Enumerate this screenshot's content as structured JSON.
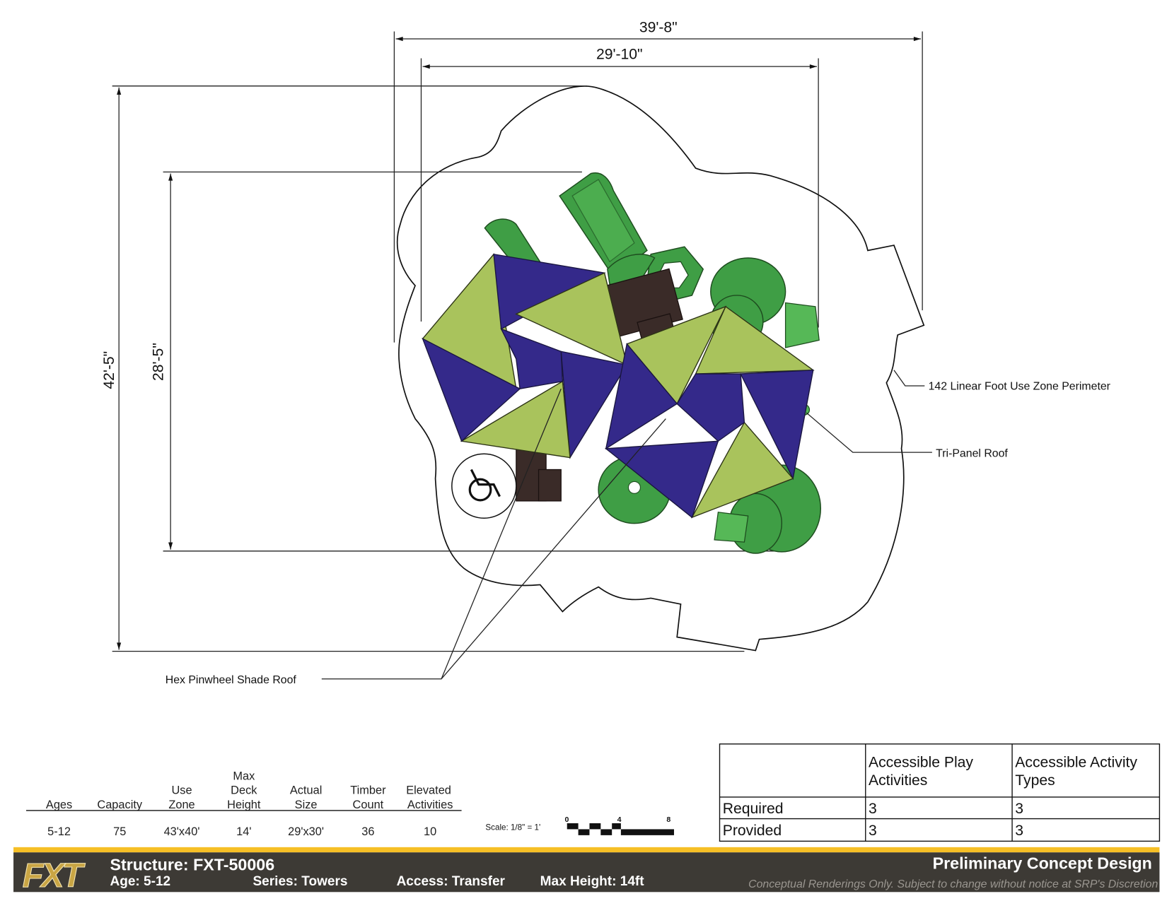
{
  "dimensions": {
    "overall_width": "39'-8\"",
    "structure_width": "29'-10\"",
    "overall_depth": "42'-5\"",
    "structure_depth": "28'-5\""
  },
  "callouts": {
    "perimeter": "142 Linear Foot Use Zone Perimeter",
    "tri_panel": "Tri-Panel Roof",
    "hex_pinwheel": "Hex Pinwheel Shade Roof"
  },
  "stats": {
    "headers": [
      [
        "Ages"
      ],
      [
        "Capacity"
      ],
      [
        "Use",
        "Zone"
      ],
      [
        "Max",
        "Deck",
        "Height"
      ],
      [
        "Actual",
        "Size"
      ],
      [
        "Timber",
        "Count"
      ],
      [
        "Elevated",
        "Activities"
      ]
    ],
    "values": [
      "5-12",
      "75",
      "43'x40'",
      "14'",
      "29'x30'",
      "36",
      "10"
    ]
  },
  "scale": {
    "label": "Scale: 1/8\" = 1'",
    "ticks": [
      "0",
      "4",
      "8"
    ]
  },
  "accessibility": {
    "columns": [
      "",
      "Accessible Play Activities",
      "Accessible Activity Types"
    ],
    "column_lines": [
      [],
      [
        "Accessible Play",
        "Activities"
      ],
      [
        "Accessible Activity",
        "Types"
      ]
    ],
    "rows": [
      {
        "label": "Required",
        "values": [
          "3",
          "3"
        ]
      },
      {
        "label": "Provided",
        "values": [
          "3",
          "3"
        ]
      }
    ]
  },
  "title_block": {
    "logo": "FXT",
    "structure": "Structure: FXT-50006",
    "age": "Age: 5-12",
    "series": "Series: Towers",
    "access": "Access: Transfer",
    "max_height": "Max Height: 14ft",
    "status": "Preliminary Concept Design",
    "disclaimer": "Conceptual Renderings Only. Subject to change without notice at SRP's Discretion"
  },
  "colors": {
    "shade_blue": "#34298a",
    "shade_lime": "#a9c35c",
    "slide_green": "#3f9e45",
    "deck_brown": "#3a2b28",
    "accent_yellow": "#f6bf26",
    "title_bar": "#3d3a35"
  }
}
